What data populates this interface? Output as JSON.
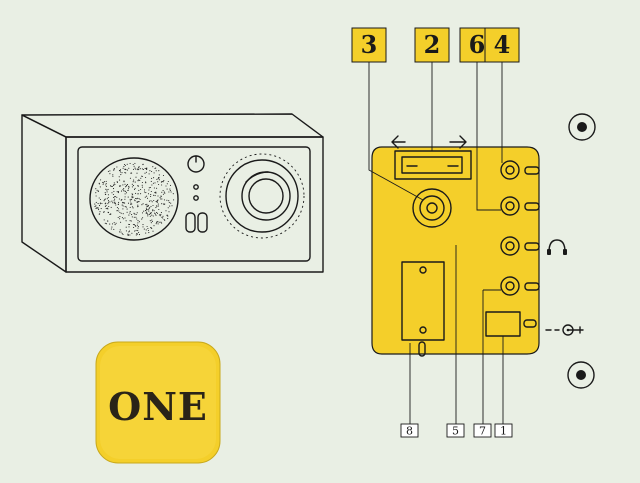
{
  "colors": {
    "paper": "#e9efe4",
    "yellow": "#f4cf2a",
    "yellow_light": "#f6d743",
    "ink": "#1a1a1a"
  },
  "badge": {
    "text": "ONE"
  },
  "callouts_top": [
    "3",
    "2",
    "6",
    "4"
  ],
  "callouts_bottom": [
    "8",
    "5",
    "7",
    "1"
  ],
  "icons": [
    "headphone-icon",
    "power-jack-icon",
    "speaker-dot-icon"
  ]
}
